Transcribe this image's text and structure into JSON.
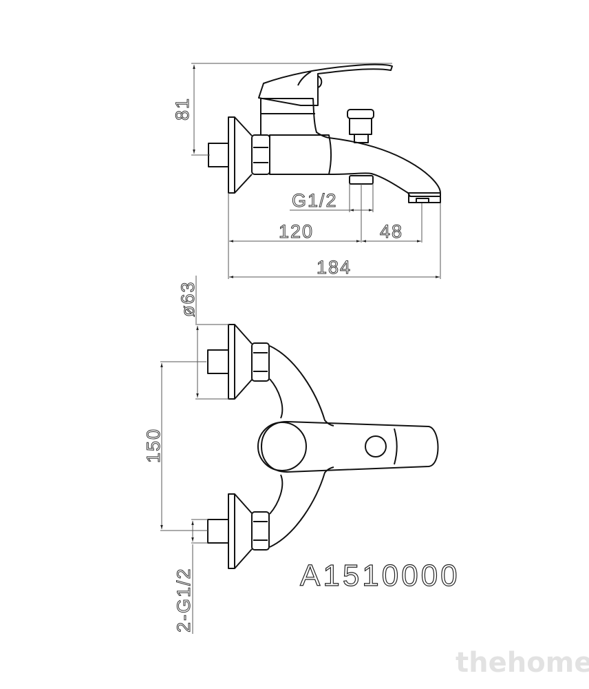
{
  "drawing": {
    "model_number": "A1510000",
    "side_view": {
      "height_label": "81",
      "thread_label": "G1/2",
      "inlet_to_outlet_label": "120",
      "spout_label": "48",
      "overall_length_label": "184"
    },
    "top_view": {
      "flange_diameter_label": "ø63",
      "center_distance_label": "150",
      "inlet_thread_label": "2-G1/2"
    }
  },
  "watermark": "thehome"
}
